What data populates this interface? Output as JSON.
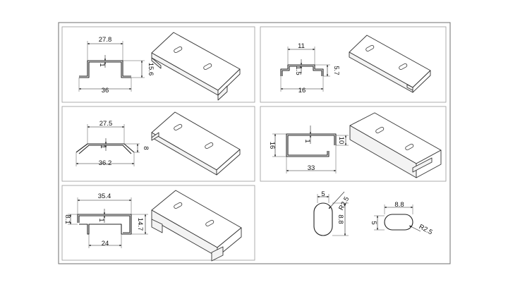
{
  "profiles": {
    "p1": {
      "width_top": "27.8",
      "width_bottom": "36",
      "height": "15.6",
      "thickness": "1"
    },
    "p2": {
      "width_top": "11",
      "width_bottom": "16",
      "height": "5.7",
      "thickness": "1.5"
    },
    "p3": {
      "width_top": "27.5",
      "width_bottom": "36.2",
      "height": "8",
      "thickness": "1"
    },
    "p4": {
      "width": "33",
      "height": "16",
      "lip": "10",
      "thickness": "1"
    },
    "p5": {
      "width_top": "35.4",
      "width_bottom": "24",
      "height": "14.7",
      "flange": "8.1",
      "thickness": "1"
    }
  },
  "slots": {
    "vertical": {
      "width": "5",
      "length": "8.8",
      "radius": "R2.5"
    },
    "horizontal": {
      "width": "5",
      "length": "8.8",
      "radius": "R2.5"
    }
  }
}
